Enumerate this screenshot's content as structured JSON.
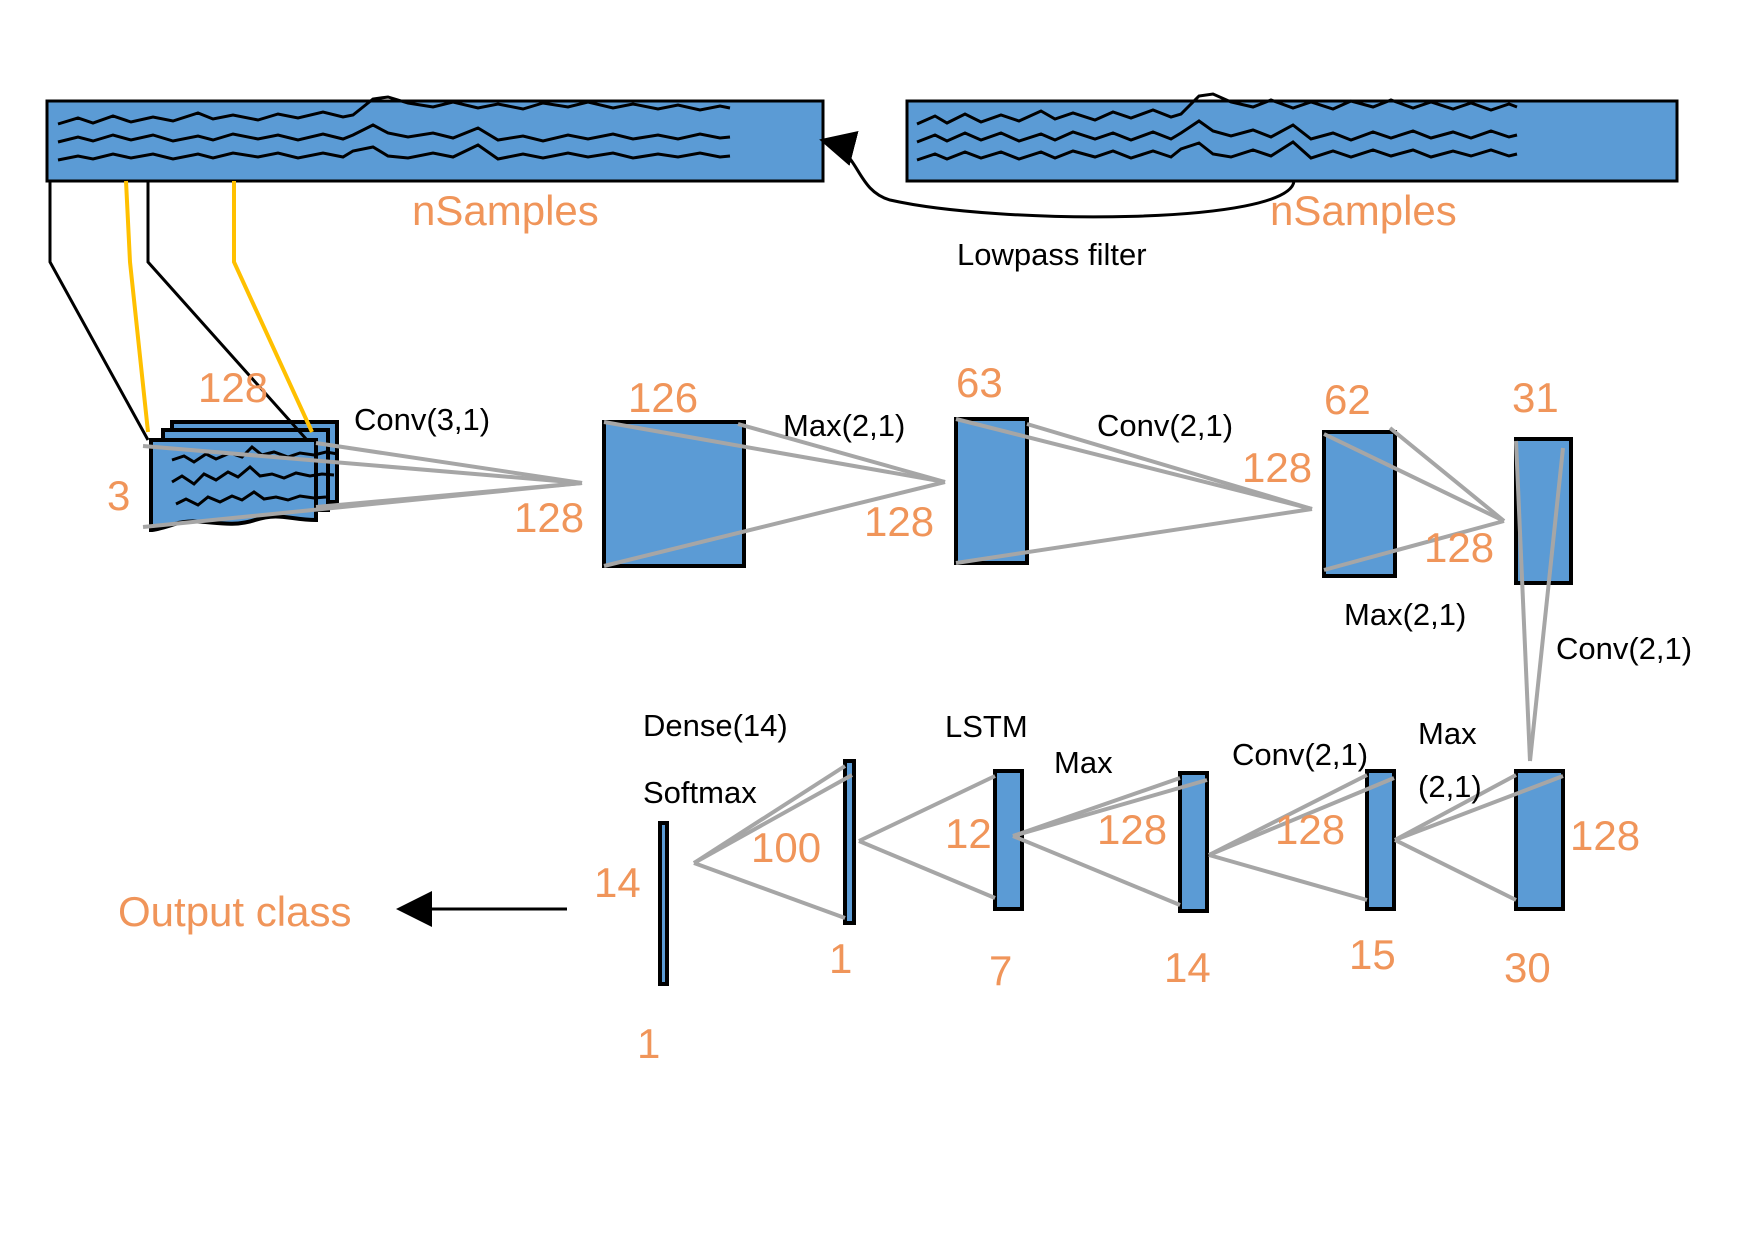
{
  "signals": {
    "left_label": "nSamples",
    "right_label": "nSamples",
    "filter_label": "Lowpass filter"
  },
  "layers": {
    "input": {
      "height_label": "128",
      "channels_label": "3",
      "op": "Conv(3,1)"
    },
    "conv1": {
      "width_label": "126",
      "depth_label": "128",
      "op": "Max(2,1)"
    },
    "pool1": {
      "width_label": "63",
      "depth_label": "128",
      "op": "Conv(2,1)"
    },
    "conv2": {
      "width_label": "62",
      "depth_label": "128",
      "op": "Max(2,1)"
    },
    "pool2": {
      "width_label": "31",
      "depth_label": "128",
      "op": "Conv(2,1)"
    },
    "conv3": {
      "width_label": "30",
      "depth_label": "128",
      "op_line1": "Max",
      "op_line2": "(2,1)"
    },
    "pool3": {
      "width_label": "15",
      "depth_label": "128",
      "op": "Conv(2,1)"
    },
    "conv4": {
      "width_label": "14",
      "depth_label": "128",
      "op": "Max"
    },
    "pool4": {
      "width_label": "7",
      "depth_label": "12",
      "op": "LSTM"
    },
    "lstm": {
      "width_label": "1",
      "depth_label": "100",
      "op_line1": "Dense(14)",
      "op_line2": "Softmax"
    },
    "dense": {
      "width_label": "1",
      "depth_label": "14"
    },
    "output": {
      "label": "Output class"
    }
  },
  "colors": {
    "block_fill": "#5b9bd5",
    "accent_text": "#f0955a",
    "connector": "#a6a6a6",
    "highlight_line": "#ffc000"
  }
}
